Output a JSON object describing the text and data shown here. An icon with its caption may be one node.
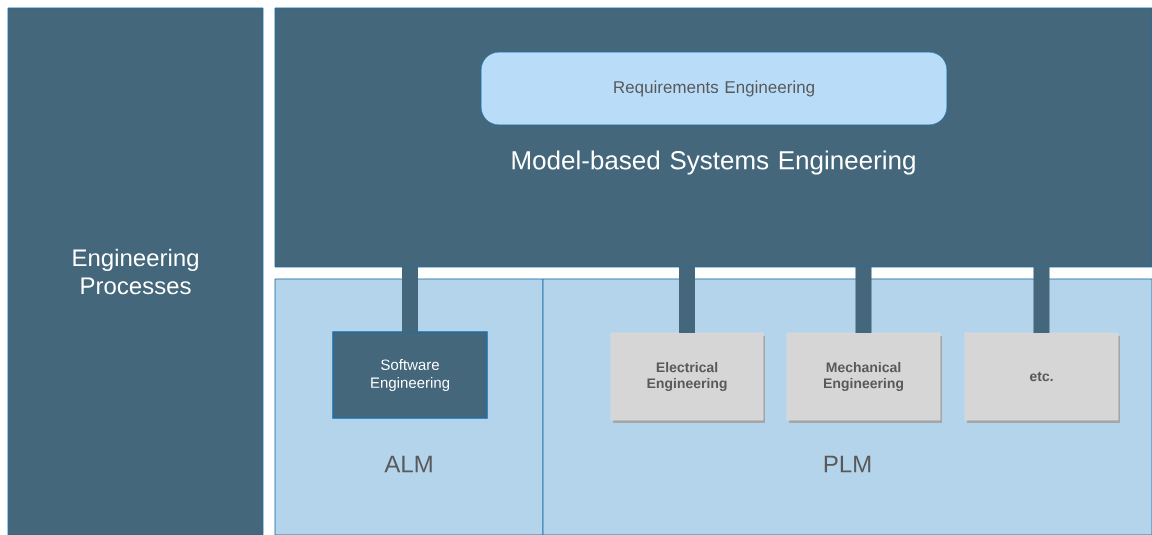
{
  "diagram": {
    "nodes": [
      {
        "text": [
          "Engineering Processes"
        ]
      },
      {
        "text": [
          "Model-based Systems  Engineering"
        ]
      },
      {
        "text": [
          "Requirements Engineering"
        ],
        "in": 1
      },
      {
        "text": [
          "ALM"
        ]
      },
      {
        "text": [
          "Software Engineering"
        ],
        "in": 3
      },
      {
        "text": [
          "PLM"
        ]
      },
      {
        "text": [
          "Electrical Engineering"
        ],
        "in": 5
      },
      {
        "text": [
          "Mechanical Engineering"
        ],
        "in": 5
      },
      {
        "text": [
          "etc."
        ],
        "in": 5
      }
    ],
    "edges": [
      {
        "from": 1,
        "to": 4,
        "arrow": "none"
      },
      {
        "from": 1,
        "to": 6,
        "arrow": "none"
      },
      {
        "from": 1,
        "to": 7,
        "arrow": "none"
      },
      {
        "from": 1,
        "to": 8,
        "arrow": "none"
      }
    ]
  }
}
